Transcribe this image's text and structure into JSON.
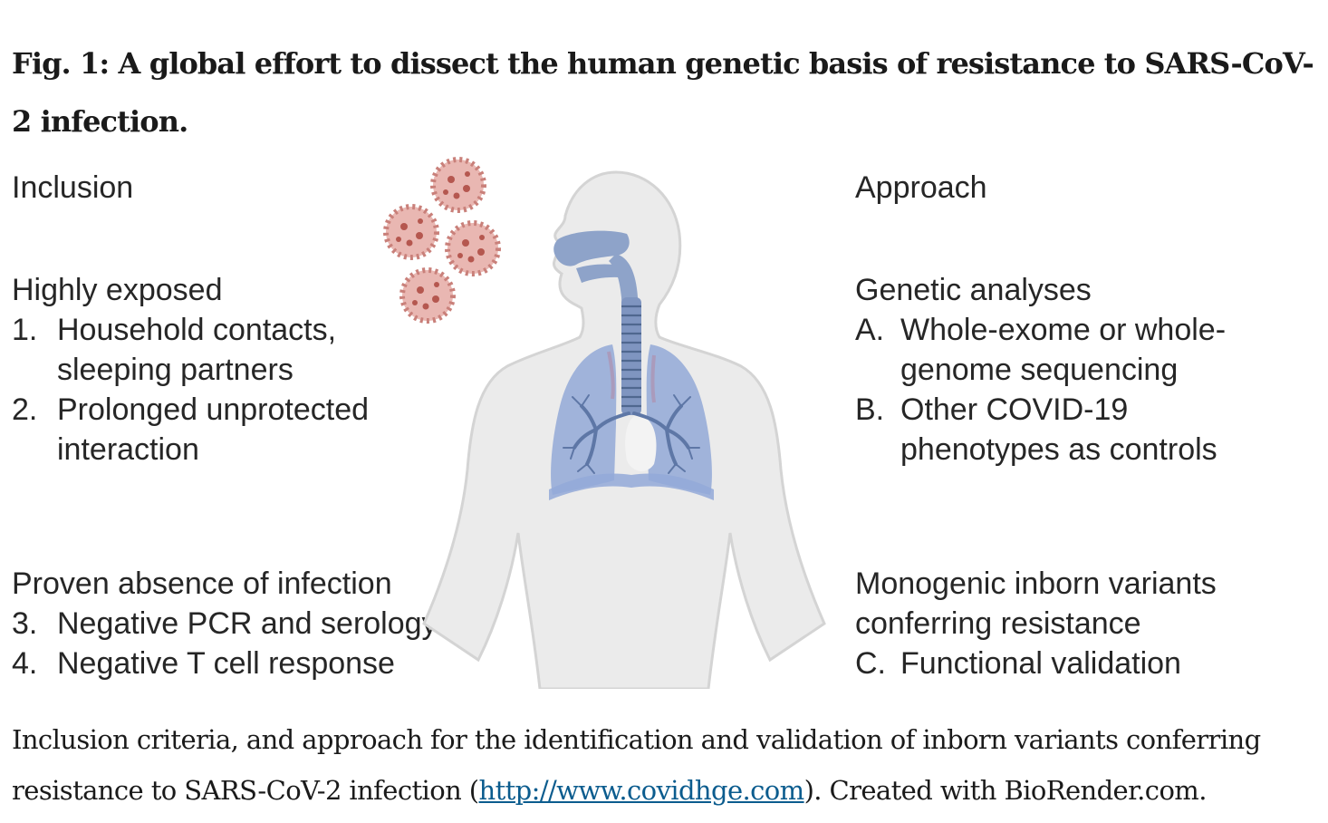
{
  "figure": {
    "title": "Fig. 1: A global effort to dissect the human genetic basis of resistance to SARS-CoV-2 infection.",
    "left": {
      "heading": "Inclusion",
      "group1_title": "Highly exposed",
      "item1_marker": "1.",
      "item1_line1": "Household contacts,",
      "item1_line2": "sleeping partners",
      "item2_marker": "2.",
      "item2_line1": "Prolonged unprotected",
      "item2_line2": "interaction",
      "group2_title": "Proven absence of infection",
      "item3_marker": "3.",
      "item3_line1": "Negative PCR and serology",
      "item4_marker": "4.",
      "item4_line1": "Negative T cell response"
    },
    "right": {
      "heading": "Approach",
      "group1_title": "Genetic analyses",
      "itemA_marker": "A.",
      "itemA_line1": "Whole-exome or whole-",
      "itemA_line2": "genome sequencing",
      "itemB_marker": "B.",
      "itemB_line1": "Other COVID-19",
      "itemB_line2": "phenotypes as controls",
      "group2_line1": "Monogenic inborn variants",
      "group2_line2": "conferring resistance",
      "itemC_marker": "C.",
      "itemC_line1": "Functional validation"
    },
    "caption": {
      "text_before": "Inclusion criteria, and approach for the identification and validation of inborn variants conferring resistance to SARS-CoV-2 infection (",
      "link": "http://www.covidhge.com",
      "text_after": "). Created with BioRender.com."
    },
    "colors": {
      "body": "#ebebeb",
      "body_outline": "#d4d4d4",
      "airway": "#8ea3c9",
      "lung": "#8fa6d6",
      "bronchi": "#5e77a6",
      "virus": "#c9807a",
      "virus_spike": "#b5574f",
      "link": "#0b5c8e"
    },
    "icons": [
      "human-torso-icon",
      "virus-icon",
      "respiratory-system-icon"
    ]
  }
}
